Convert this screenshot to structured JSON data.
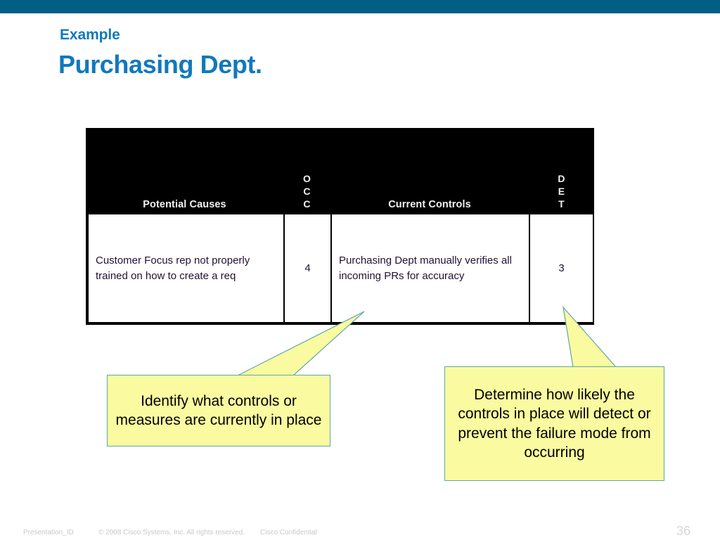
{
  "slide": {
    "kicker": "Example",
    "title": "Purchasing Dept.",
    "banner_color": "#015F85",
    "title_color": "#1179BC"
  },
  "table": {
    "header_background": "#000000",
    "header_text_color": "#F2F2F2",
    "columns": [
      {
        "label": "Potential Causes",
        "stacked": false
      },
      {
        "label": "OCC",
        "stacked": true,
        "lines": [
          "O",
          "C",
          "C"
        ]
      },
      {
        "label": "Current Controls",
        "stacked": false
      },
      {
        "label": "DET",
        "stacked": true,
        "lines": [
          "D",
          "E",
          "T"
        ]
      }
    ],
    "rows": [
      {
        "potential_causes": "Customer Focus rep not properly trained on how to create a req",
        "occ": "4",
        "current_controls": "Purchasing Dept manually verifies all incoming PRs for accuracy",
        "det": "3"
      }
    ]
  },
  "callouts": [
    {
      "id": "left",
      "text": "Identify what controls or measures are currently in place",
      "fill_color": "#FAFAA0",
      "border_color": "#5FA8A8",
      "points_to": "Current Controls"
    },
    {
      "id": "right",
      "text": "Determine how likely the controls in place will detect or prevent the failure mode from occurring",
      "fill_color": "#FAFAA0",
      "border_color": "#5FA8A8",
      "points_to": "DET"
    }
  ],
  "footer": {
    "presentation_id": "Presentation_ID",
    "copyright": "© 2008 Cisco Systems, Inc. All rights reserved.",
    "confidential": "Cisco Confidential",
    "page_number": "36"
  }
}
